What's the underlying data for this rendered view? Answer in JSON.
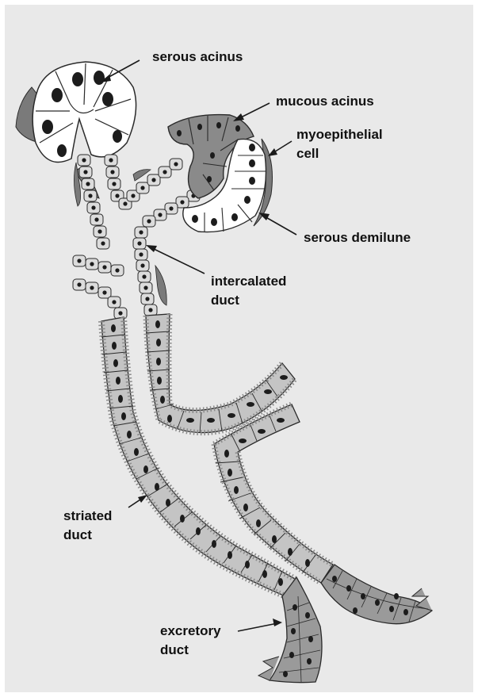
{
  "labels": {
    "serous_acinus": "serous acinus",
    "mucous_acinus": "mucous acinus",
    "myoepithelial_cell": [
      "myoepithelial",
      "cell"
    ],
    "serous_demilune": "serous demilune",
    "intercalated_duct": [
      "intercalated",
      "duct"
    ],
    "striated_duct": [
      "striated",
      "duct"
    ],
    "excretory_duct": [
      "excretory",
      "duct"
    ]
  },
  "colors": {
    "background": "#e9e9e9",
    "serous_cell": "#ffffff",
    "mucous_cell": "#8a8a8a",
    "myoepithelial": "#7a7a7a",
    "duct_cell": "#c4c4c4",
    "intercalated_cell": "#dcdcdc",
    "excretory_cell": "#9a9a9a",
    "nucleus": "#1c1c1c",
    "outline": "#2a2a2a"
  }
}
